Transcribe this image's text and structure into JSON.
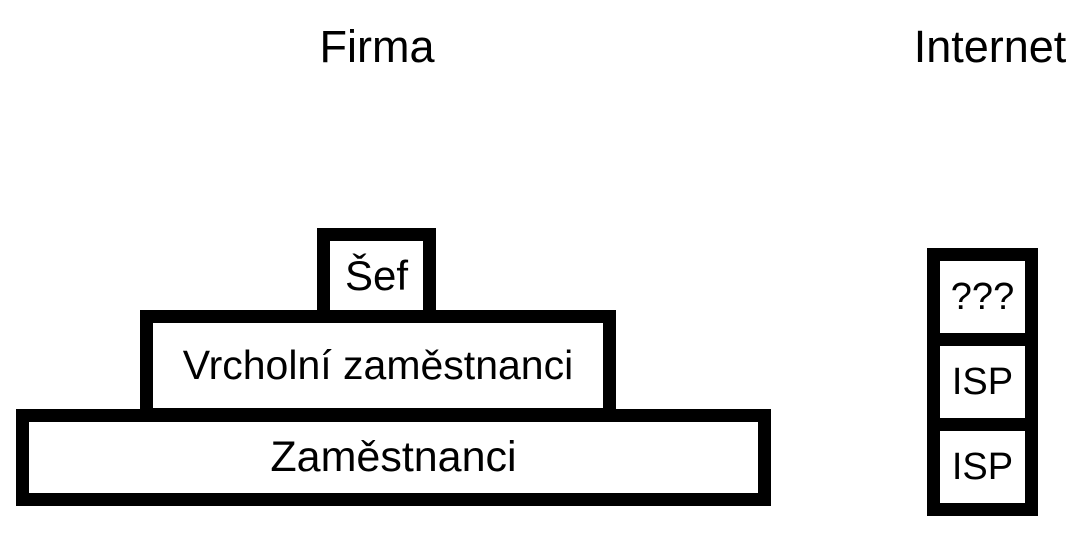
{
  "titles": {
    "firma": "Firma",
    "internet": "Internet"
  },
  "firma_pyramid": {
    "levels": [
      {
        "label": "Šef"
      },
      {
        "label": "Vrcholní zaměstnanci"
      },
      {
        "label": "Zaměstnanci"
      }
    ]
  },
  "internet_stack": {
    "levels": [
      {
        "label": "???"
      },
      {
        "label": "ISP"
      },
      {
        "label": "ISP"
      }
    ]
  },
  "colors": {
    "box_border": "#000000",
    "box_fill": "#ffffff",
    "text": "#000000",
    "background": "#ffffff"
  }
}
